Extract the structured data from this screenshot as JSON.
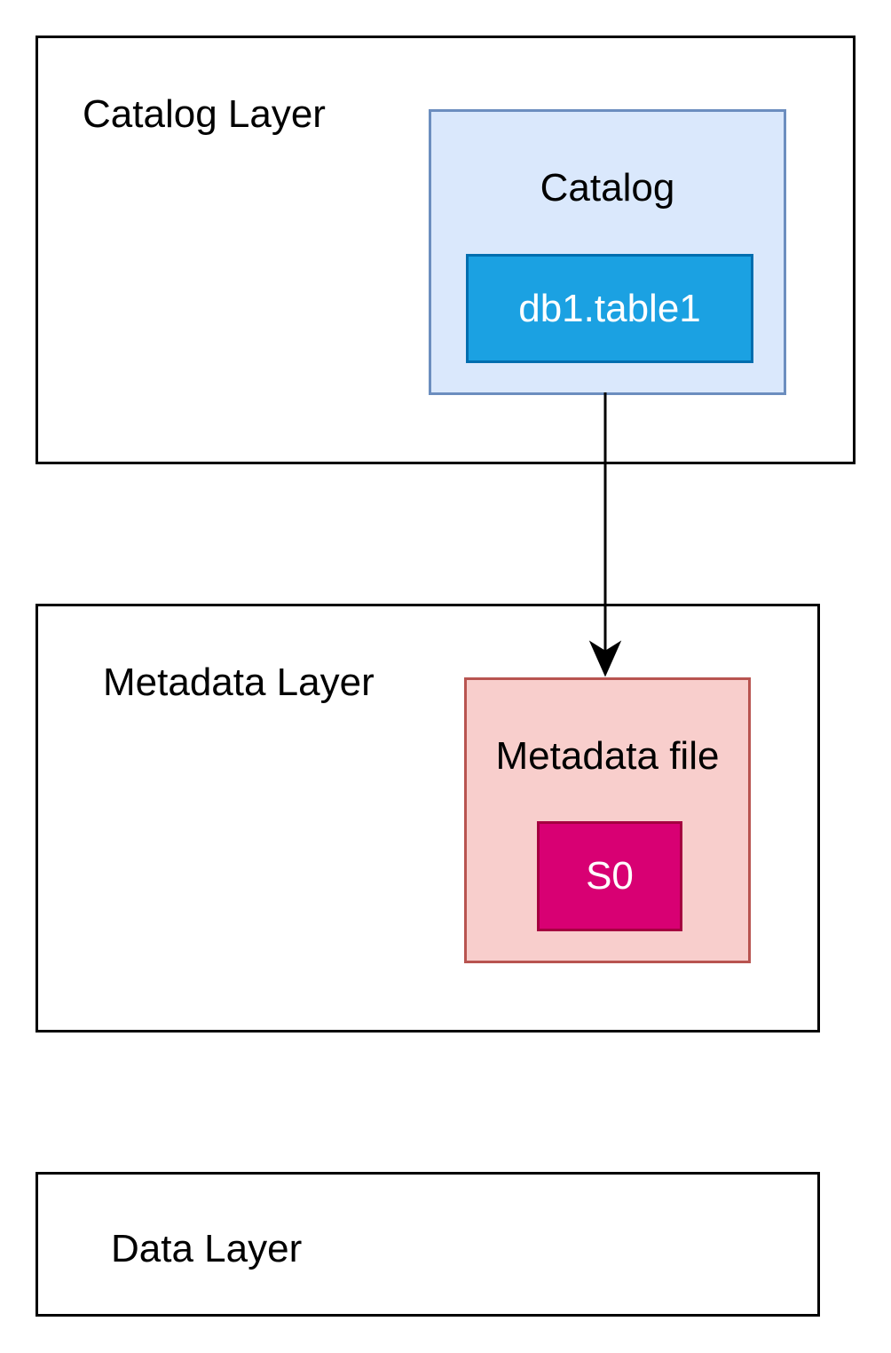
{
  "layers": {
    "catalog": {
      "title": "Catalog Layer",
      "catalog_box": {
        "title": "Catalog",
        "fill": "#dae8fc",
        "stroke": "#6c8ebf",
        "table": {
          "label": "db1.table1",
          "fill": "#1ba1e2",
          "stroke": "#006eaf"
        }
      }
    },
    "metadata": {
      "title": "Metadata Layer",
      "metadata_box": {
        "title": "Metadata file",
        "fill": "#f8cecc",
        "stroke": "#b85450",
        "snapshot": {
          "label": "S0",
          "fill": "#d80073",
          "stroke": "#a50040"
        }
      }
    },
    "data": {
      "title": "Data Layer"
    }
  },
  "edges": [
    {
      "from": "catalog-box",
      "to": "metadata-file-box",
      "style": "solid arrow"
    }
  ]
}
